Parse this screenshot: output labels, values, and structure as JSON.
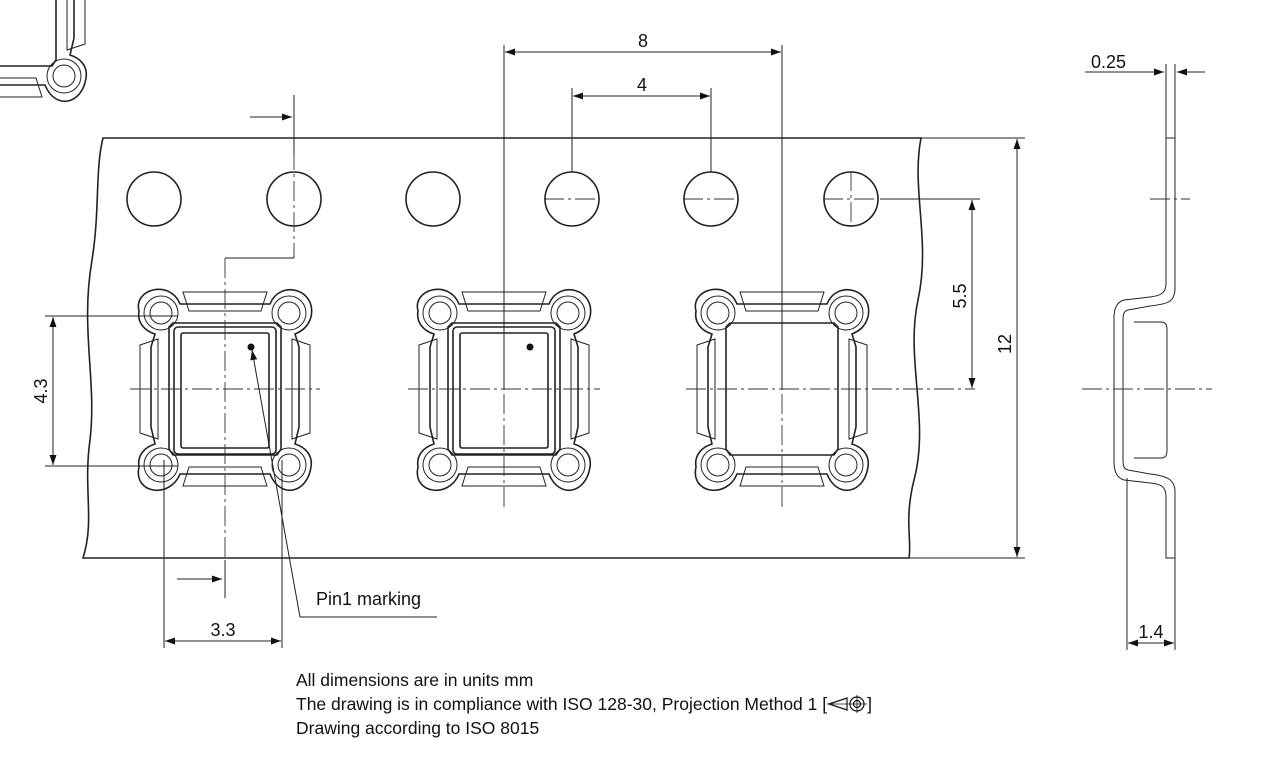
{
  "dimensions": {
    "pitch": "8",
    "hole_pitch": "4",
    "hole_to_center": "5.5",
    "tape_width": "12",
    "pocket_length": "4.3",
    "pocket_width": "3.3",
    "tape_thickness": "0.25",
    "pocket_depth": "1.4"
  },
  "callout": {
    "pin1": "Pin1 marking"
  },
  "notes": {
    "units": "All dimensions are in units mm",
    "compliance_prefix": "The drawing is in compliance with ISO 128-30, Projection Method 1 [",
    "compliance_suffix": "]",
    "standard": "Drawing according to ISO 8015"
  }
}
